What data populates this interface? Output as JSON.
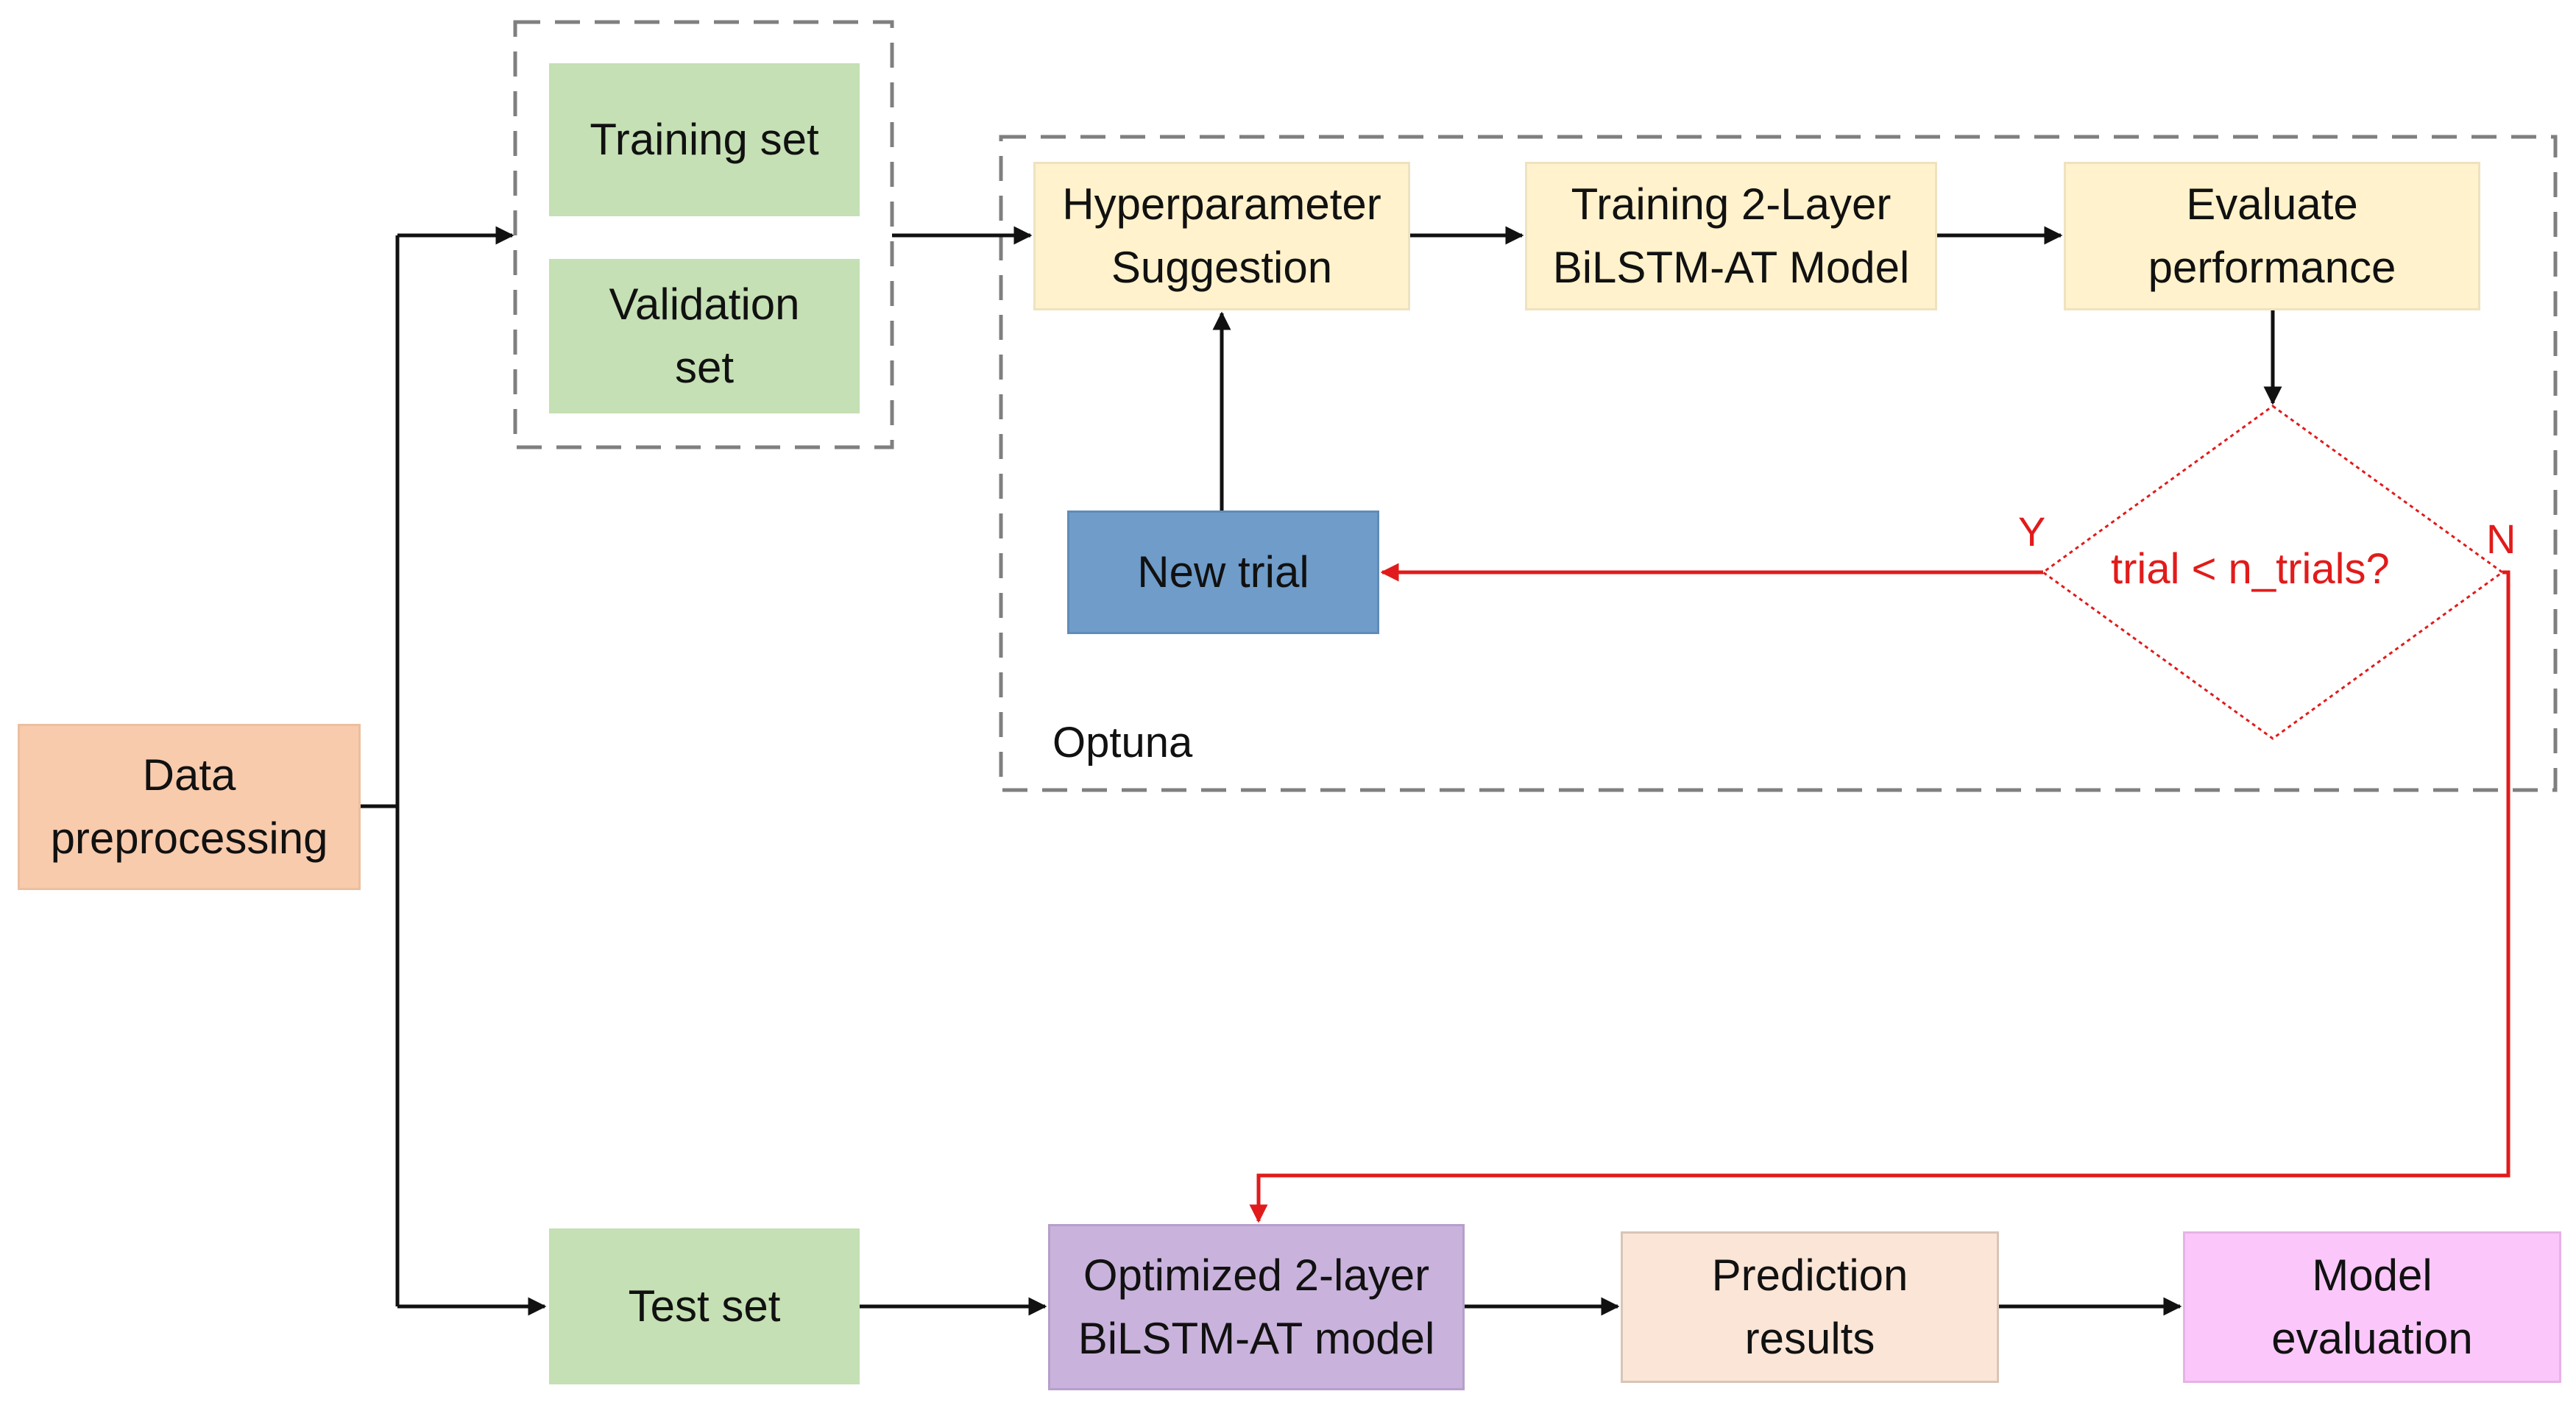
{
  "colors": {
    "arrow": "#111111",
    "decision": "#e11b1b",
    "dashed_border": "#7f7f7f",
    "data_split": "#c5e0b4",
    "optuna_step": "#fff2cc",
    "new_trial": "#6f9cc9",
    "optimized_model": "#c9b3dc",
    "prediction": "#fbe5d6",
    "evaluation": "#fbc7fa",
    "preprocessing": "#f8cbad"
  },
  "nodes": {
    "data_preprocessing": "Data\npreprocessing",
    "training_set": "Training set",
    "validation_set": "Validation\nset",
    "hyperparameter_suggestion": "Hyperparameter\nSuggestion",
    "training_model": "Training 2-Layer\nBiLSTM-AT Model",
    "evaluate_performance": "Evaluate\nperformance",
    "decision": "trial < n_trials?",
    "new_trial": "New trial",
    "test_set": "Test set",
    "optimized_model": "Optimized 2-layer\nBiLSTM-AT model",
    "prediction_results": "Prediction\nresults",
    "model_evaluation": "Model\nevaluation"
  },
  "labels": {
    "optuna": "Optuna",
    "yes": "Y",
    "no": "N"
  }
}
